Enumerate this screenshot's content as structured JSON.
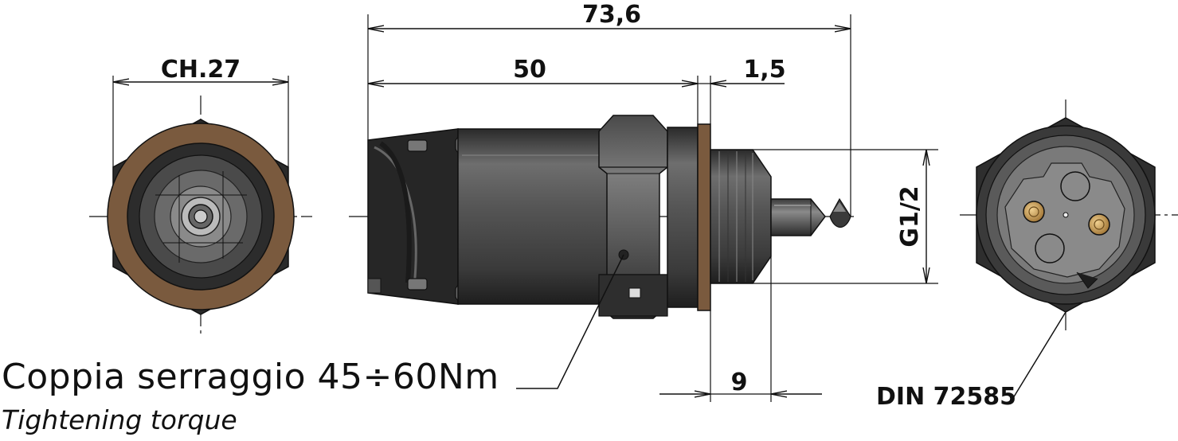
{
  "dimensions": {
    "overall_length": "73,6",
    "body_length": "50",
    "flange": "1,5",
    "thread_length": "9",
    "thread": "G1/2",
    "hex": "CH.27"
  },
  "annotations": {
    "torque_it": "Coppia serraggio 45÷60Nm",
    "torque_en": "Tightening torque",
    "standard": "DIN 72585"
  },
  "colors": {
    "body_dark": "#2e2e2e",
    "body_mid": "#505050",
    "body_light": "#7a7a7a",
    "gasket": "#7a5a3e",
    "pin_gold": "#c89a5a",
    "line": "#111111"
  },
  "icons": [
    "hex-nut-end-view",
    "connector-side-view",
    "connector-pin-face-view"
  ]
}
